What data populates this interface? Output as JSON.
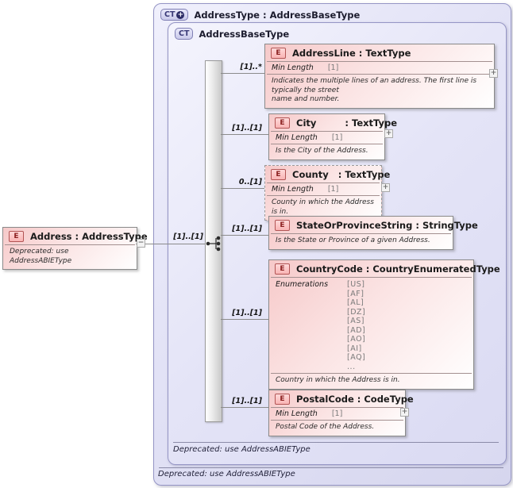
{
  "outer": {
    "badge": "CT",
    "badge_plus": "+",
    "title": "AddressType : AddressBaseType",
    "footer": "Deprecated: use AddressABIEType"
  },
  "inner": {
    "badge": "CT",
    "title": "AddressBaseType",
    "footer": "Deprecated: use AddressABIEType"
  },
  "root": {
    "badge": "E",
    "title": "Address : AddressType",
    "note": "Deprecated: use AddressABIEType",
    "cardinality": "[1]..[1]"
  },
  "icons": {
    "collapse": "−",
    "expand": "+"
  },
  "elements": [
    {
      "badge": "E",
      "title": "AddressLine : TextType",
      "cardinality": "[1]..*",
      "facet_name": "Min Length",
      "facet_value": "[1]",
      "note": "Indicates the multiple lines of an address. The first line is typically the street\nname and number."
    },
    {
      "badge": "E",
      "title": "City         : TextType",
      "cardinality": "[1]..[1]",
      "facet_name": "Min Length",
      "facet_value": "[1]",
      "note": "Is the City of the Address."
    },
    {
      "badge": "E",
      "title": "County   : TextType",
      "cardinality": "0..[1]",
      "facet_name": "Min Length",
      "facet_value": "[1]",
      "note": "County in which the Address is in."
    },
    {
      "badge": "E",
      "title": "StateOrProvinceString : StringType",
      "cardinality": "[1]..[1]",
      "note": "Is the State or Province of a given Address."
    },
    {
      "badge": "E",
      "title": "CountryCode : CountryEnumeratedType",
      "cardinality": "[1]..[1]",
      "facet_name": "Enumerations",
      "enum_values": [
        "[US]",
        "[AF]",
        "[AL]",
        "[DZ]",
        "[AS]",
        "[AD]",
        "[AO]",
        "[AI]",
        "[AQ]",
        "..."
      ],
      "note": "Country in which the Address is in."
    },
    {
      "badge": "E",
      "title": "PostalCode : CodeType",
      "cardinality": "[1]..[1]",
      "facet_name": "Min Length",
      "facet_value": "[1]",
      "note": "Postal Code of the Address."
    }
  ],
  "colors": {
    "container_border": "#9595c5",
    "container_fill": "#dcdcf2",
    "element_fill": "#f6c9c9",
    "element_badge_fill": "#f9b4b4",
    "element_badge_border": "#b25555",
    "ct_badge_fill": "#c9c9ea",
    "connector": "#8b8b8b"
  }
}
